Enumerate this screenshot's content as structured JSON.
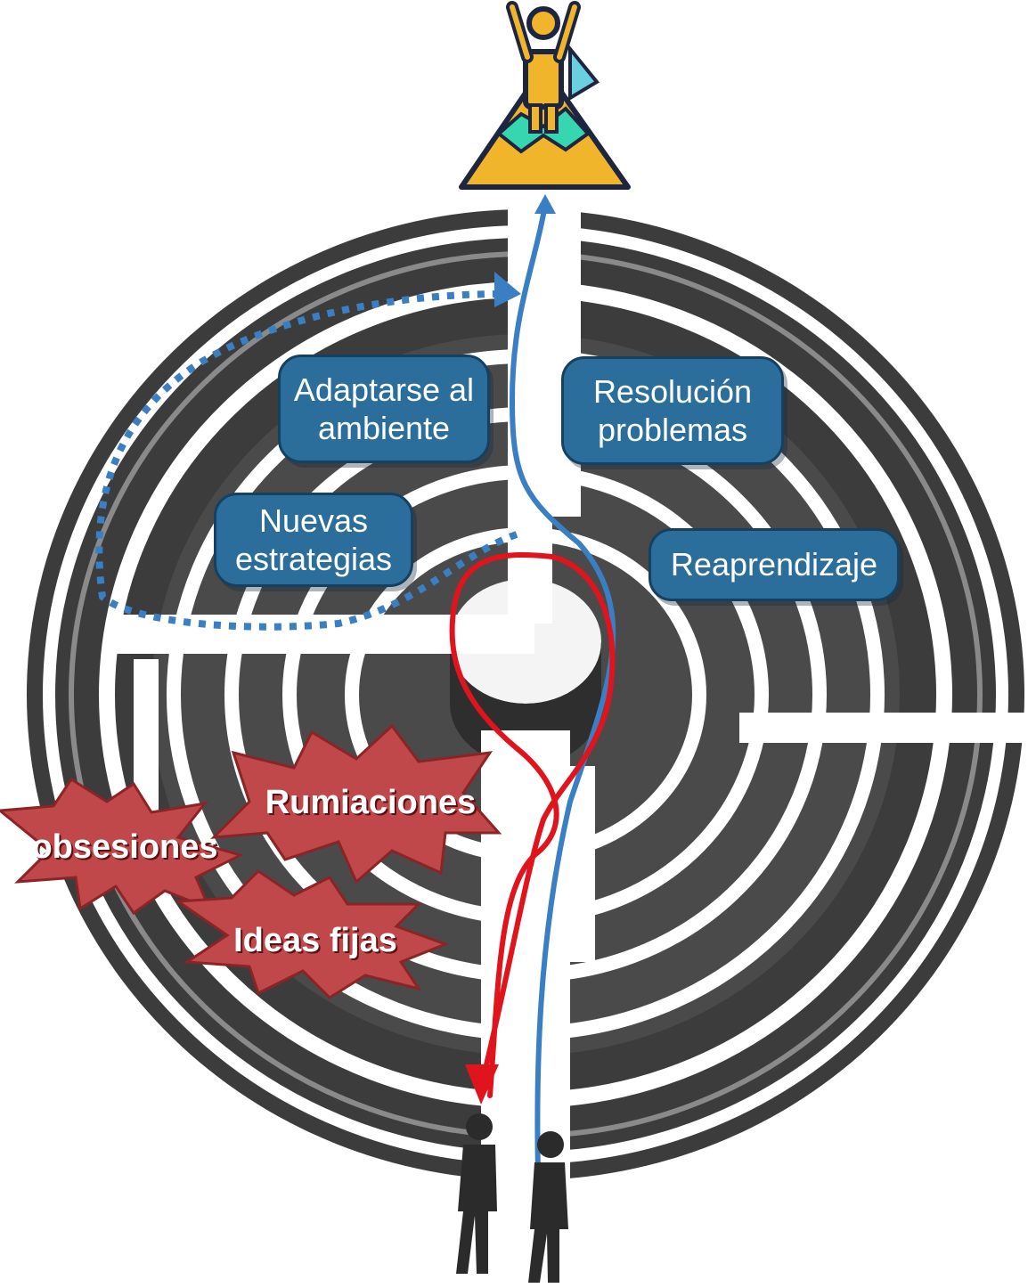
{
  "labels": {
    "adaptarse": "Adaptarse al\nambiente",
    "resolucion": "Resolución\nproblemas",
    "nuevas": "Nuevas\nestrategias",
    "reaprendizaje": "Reaprendizaje",
    "rumiaciones": "Rumiaciones",
    "obsesiones": "obsesiones",
    "ideas": "Ideas fijas"
  },
  "colors": {
    "pill_bg": "#2c6e9b",
    "burst_fill": "#c0484a",
    "red_path": "#e0141c",
    "blue_path": "#3a7fc4",
    "trophy_gold": "#f0b52a",
    "maze_dark": "#3c3c3c"
  },
  "icons": {
    "goal": "mountain-flag-hero-icon",
    "walker_red": "walking-person-icon",
    "walker_blue": "walking-person-icon"
  }
}
